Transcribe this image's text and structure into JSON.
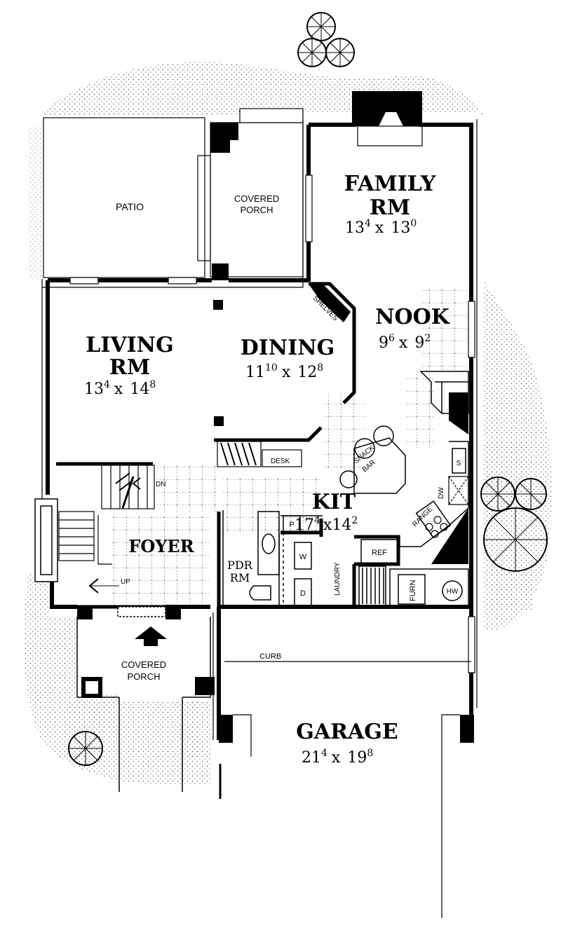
{
  "rooms": {
    "family": {
      "line1": "FAMILY",
      "line2": "RM",
      "dim_w": "13",
      "dim_w_sup": "4",
      "dim_h": "13",
      "dim_h_sup": "0"
    },
    "nook": {
      "name": "NOOK",
      "dim_w": "9",
      "dim_w_sup": "6",
      "dim_h": "9",
      "dim_h_sup": "2"
    },
    "living": {
      "line1": "LIVING",
      "line2": "RM",
      "dim_w": "13",
      "dim_w_sup": "4",
      "dim_h": "14",
      "dim_h_sup": "8"
    },
    "dining": {
      "name": "DINING",
      "dim_w": "11",
      "dim_w_sup": "10",
      "dim_h": "12",
      "dim_h_sup": "8"
    },
    "kitchen": {
      "name": "KIT",
      "dim_w": "17",
      "dim_w_sup": "4",
      "dim_h": "14",
      "dim_h_sup": "2"
    },
    "foyer": {
      "name": "FOYER"
    },
    "garage": {
      "name": "GARAGE",
      "dim_w": "21",
      "dim_w_sup": "4",
      "dim_h": "19",
      "dim_h_sup": "8"
    },
    "powder": {
      "line1": "PDR",
      "line2": "RM"
    }
  },
  "labels": {
    "patio": "PATIO",
    "covered_porch_rear_1": "COVERED",
    "covered_porch_rear_2": "PORCH",
    "covered_porch_front_1": "COVERED",
    "covered_porch_front_2": "PORCH",
    "shelves": "SHELVES",
    "snack_bar_1": "SNACK",
    "snack_bar_2": "BAR",
    "desk": "DESK",
    "dn": "DN",
    "up": "UP",
    "laundry": "LAUNDRY",
    "washer": "W",
    "dryer": "D",
    "pantry": "P",
    "ref": "REF",
    "range": "RANGE",
    "dw": "DW",
    "sink": "S",
    "furn": "FURN",
    "hw": "HW",
    "curb": "CURB"
  }
}
